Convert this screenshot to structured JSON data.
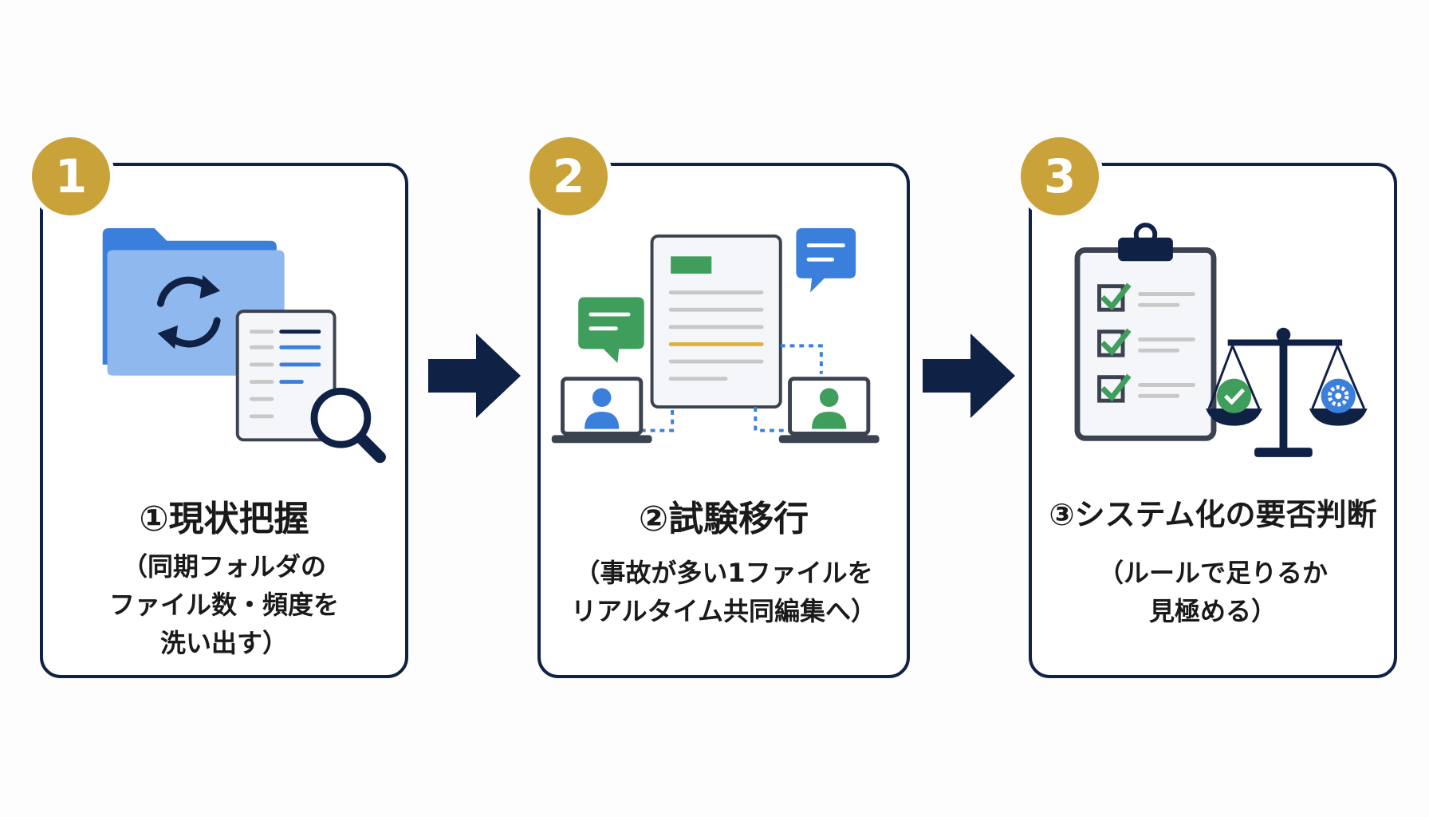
{
  "steps": [
    {
      "number": "1",
      "title": "①現状把握",
      "description": [
        "（同期フォルダの",
        "ファイル数・頻度を",
        "洗い出す）"
      ],
      "illustration": "folder-sync-search-icon"
    },
    {
      "number": "2",
      "title": "②試験移行",
      "description": [
        "（事故が多い1ファイルを",
        "リアルタイム共同編集へ）"
      ],
      "illustration": "collaborative-document-icon"
    },
    {
      "number": "3",
      "title": "③システム化の要否判断",
      "description": [
        "（ルールで足りるか",
        "見極める）"
      ],
      "illustration": "checklist-scale-icon"
    }
  ],
  "colors": {
    "navy": "#0f2145",
    "gold": "#c9a33a",
    "blue": "#3b7fdc",
    "light_blue": "#8fb8ee",
    "green": "#3f9e5b",
    "gray": "#c8c8c8",
    "yellow": "#e0b23a"
  }
}
